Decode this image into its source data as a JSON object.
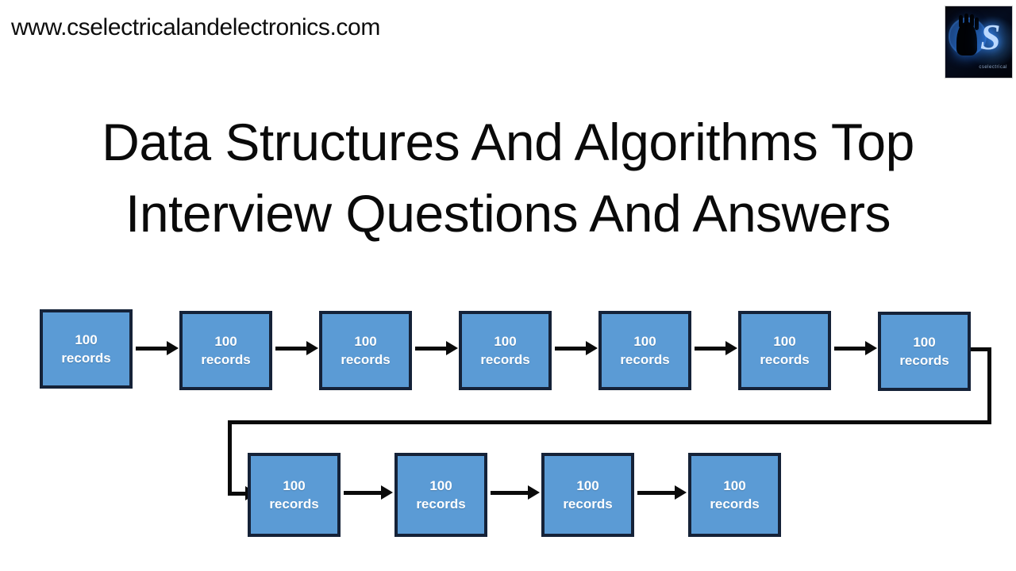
{
  "header": {
    "site_url": "www.cselectricalandelectronics.com",
    "logo": {
      "name": "cs-electrical-and-electronics-logo",
      "letter": "S",
      "caption": "cselectrical"
    }
  },
  "title": {
    "line1": "Data Structures And Algorithms Top",
    "line2": "Interview Questions And Answers"
  },
  "colors": {
    "node_fill": "#5B9BD5",
    "node_border": "#152238",
    "node_text": "#FFFFFF",
    "connector": "#0A0A0A",
    "background": "#FFFFFF",
    "title_text": "#0A0A0A"
  },
  "diagram": {
    "name": "linked-list-blocks-diagram",
    "node_label_count": "100",
    "node_label_unit": "records",
    "row1": {
      "node_count": 7,
      "nodes": [
        {
          "count": "100",
          "unit": "records"
        },
        {
          "count": "100",
          "unit": "records"
        },
        {
          "count": "100",
          "unit": "records"
        },
        {
          "count": "100",
          "unit": "records"
        },
        {
          "count": "100",
          "unit": "records"
        },
        {
          "count": "100",
          "unit": "records"
        },
        {
          "count": "100",
          "unit": "records"
        }
      ]
    },
    "row2": {
      "node_count": 4,
      "nodes": [
        {
          "count": "100",
          "unit": "records"
        },
        {
          "count": "100",
          "unit": "records"
        },
        {
          "count": "100",
          "unit": "records"
        },
        {
          "count": "100",
          "unit": "records"
        }
      ]
    },
    "wrap_connector": "row1-last-to-row2-first"
  }
}
